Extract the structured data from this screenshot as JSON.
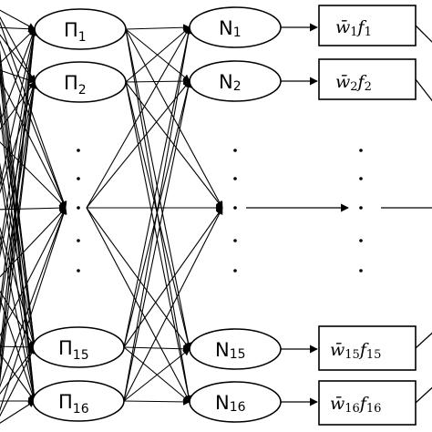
{
  "pi_layer": {
    "nodes": [
      {
        "symbol": "Π",
        "index": "1"
      },
      {
        "symbol": "Π",
        "index": "2"
      },
      {
        "symbol": "Π",
        "index": "15"
      },
      {
        "symbol": "Π",
        "index": "16"
      }
    ]
  },
  "n_layer": {
    "nodes": [
      {
        "symbol": "N",
        "index": "1"
      },
      {
        "symbol": "N",
        "index": "2"
      },
      {
        "symbol": "N",
        "index": "15"
      },
      {
        "symbol": "N",
        "index": "16"
      }
    ]
  },
  "output_layer": {
    "boxes": [
      {
        "w": "w̄",
        "w_index": "1",
        "f": "f",
        "f_index": "1"
      },
      {
        "w": "w̄",
        "w_index": "2",
        "f": "f",
        "f_index": "2"
      },
      {
        "w": "w̄",
        "w_index": "15",
        "f": "f",
        "f_index": "15"
      },
      {
        "w": "w̄",
        "w_index": "16",
        "f": "f",
        "f_index": "16"
      }
    ]
  },
  "colors": {
    "stroke": "#000000",
    "background": "#ffffff"
  }
}
